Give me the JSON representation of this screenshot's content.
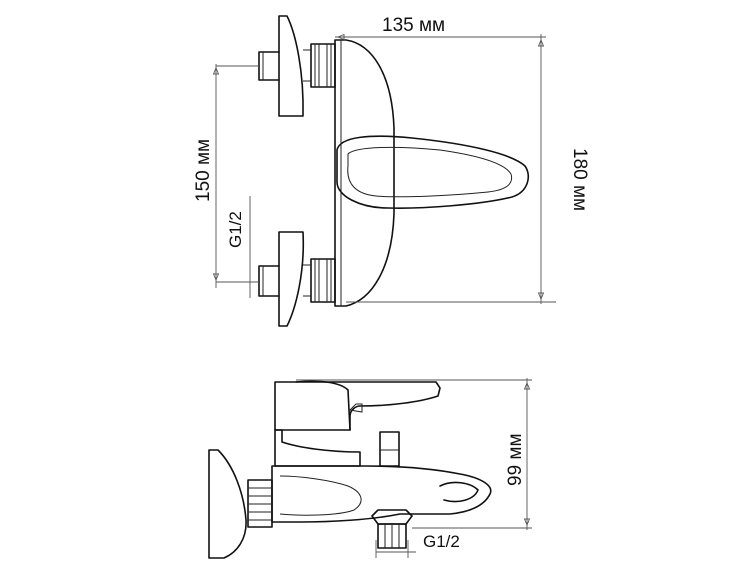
{
  "labels": {
    "top_width": "135 мм",
    "top_spacing": "150 мм",
    "top_thread": "G1/2",
    "top_height": "180 мм",
    "side_height": "99 мм",
    "side_thread": "G1/2"
  }
}
